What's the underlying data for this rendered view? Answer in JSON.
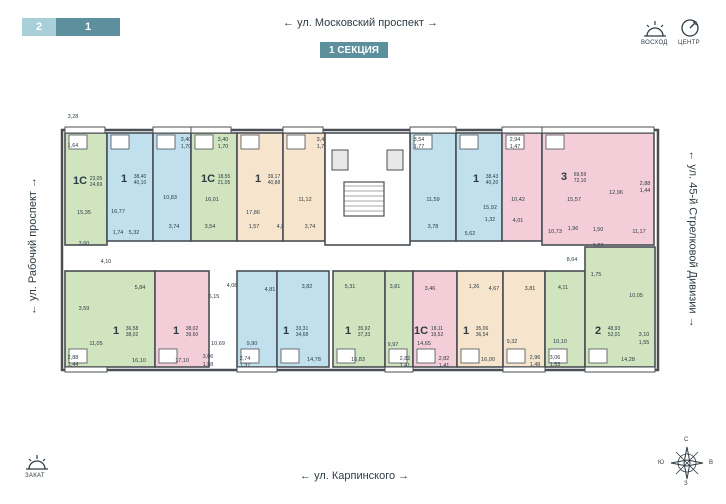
{
  "tabs": [
    {
      "label": "2",
      "active": false
    },
    {
      "label": "1",
      "active": true
    }
  ],
  "streets": {
    "top": "ул. Московский проспект",
    "bottom": "ул. Карпинского",
    "left": "ул. Рабочий проспект",
    "right": "ул. 45-й Стрелковой Дивизии"
  },
  "section_label": "1 СЕКЦИЯ",
  "controls": {
    "sunrise": "ВОСХОД",
    "center": "ЦЕНТР",
    "sunset": "ЗАКАТ"
  },
  "compass": {
    "n": "С",
    "s": "З",
    "w": "Ю",
    "e": "В"
  },
  "colors": {
    "green": "#cfe4bf",
    "blue": "#bfe0ec",
    "pink": "#f3cdd7",
    "peach": "#f6e4cc",
    "wall": "#4a4f55",
    "corridor": "#ffffff",
    "accent": "#5e8f9c"
  },
  "apartments": [
    {
      "type": "1С",
      "area": "23,05",
      "living": "24,69",
      "color": "green",
      "rooms": [
        "15,35",
        "3,60",
        "4,10",
        "3,28",
        "1,64"
      ]
    },
    {
      "type": "1",
      "area": "38,40",
      "living": "40,10",
      "color": "blue",
      "rooms": [
        "16,77",
        "1,74",
        "5,32"
      ]
    },
    {
      "type": "",
      "area": "",
      "living": "",
      "color": "blue",
      "rooms": [
        "10,83",
        "3,40",
        "1,70",
        "3,74"
      ]
    },
    {
      "type": "1С",
      "area": "18,55",
      "living": "21,05",
      "color": "green",
      "rooms": [
        "16,01",
        "3,40",
        "1,70",
        "3,54"
      ]
    },
    {
      "type": "1",
      "area": "39,17",
      "living": "40,88",
      "color": "peach",
      "rooms": [
        "17,86",
        "1,57",
        "4,88"
      ]
    },
    {
      "type": "",
      "area": "",
      "living": "",
      "color": "peach",
      "rooms": [
        "11,12",
        "3,42",
        "1,71",
        "3,74"
      ]
    },
    {
      "type": "",
      "area": "",
      "living": "",
      "color": "blue",
      "rooms": [
        "11,59",
        "3,54",
        "1,77",
        "3,78"
      ]
    },
    {
      "type": "1",
      "area": "38,43",
      "living": "40,20",
      "color": "blue",
      "rooms": [
        "15,92",
        "1,32",
        "5,62"
      ]
    },
    {
      "type": "",
      "area": "",
      "living": "",
      "color": "pink",
      "rooms": [
        "10,42",
        "2,94",
        "1,47",
        "4,01"
      ]
    },
    {
      "type": "3",
      "area": "69,59",
      "living": "72,10",
      "color": "pink",
      "rooms": [
        "15,57",
        "12,96",
        "2,88",
        "1,44",
        "10,73",
        "1,96",
        "1,50",
        "1,27",
        "11,17"
      ]
    },
    {
      "type": "1",
      "area": "36,58",
      "living": "38,02",
      "color": "green",
      "rooms": [
        "11,05",
        "3,59",
        "2,88",
        "1,44",
        "5,84",
        "16,10"
      ]
    },
    {
      "type": "1",
      "area": "38,02",
      "living": "39,60",
      "color": "pink",
      "rooms": [
        "17,10",
        "10,69",
        "6,15",
        "4,08",
        "3,06",
        "1,58"
      ]
    },
    {
      "type": "",
      "area": "",
      "living": "",
      "color": "blue",
      "rooms": [
        "9,90",
        "2,74",
        "1,37",
        "4,81"
      ]
    },
    {
      "type": "1",
      "area": "33,31",
      "living": "34,68",
      "color": "blue",
      "rooms": [
        "14,78",
        "3,82"
      ]
    },
    {
      "type": "1",
      "area": "35,92",
      "living": "37,33",
      "color": "green",
      "rooms": [
        "16,83",
        "5,31"
      ]
    },
    {
      "type": "",
      "area": "",
      "living": "",
      "color": "green",
      "rooms": [
        "9,97",
        "2,82",
        "1,41",
        "3,81"
      ]
    },
    {
      "type": "1С",
      "area": "18,11",
      "living": "19,52",
      "color": "pink",
      "rooms": [
        "14,65",
        "2,82",
        "1,41",
        "3,46"
      ]
    },
    {
      "type": "1",
      "area": "35,06",
      "living": "36,54",
      "color": "peach",
      "rooms": [
        "16,00",
        "1,26",
        "4,67"
      ]
    },
    {
      "type": "",
      "area": "",
      "living": "",
      "color": "peach",
      "rooms": [
        "9,32",
        "2,96",
        "1,48",
        "3,81"
      ]
    },
    {
      "type": "",
      "area": "",
      "living": "",
      "color": "green",
      "rooms": [
        "10,10",
        "3,06",
        "1,53",
        "4,11"
      ]
    },
    {
      "type": "2",
      "area": "48,93",
      "living": "52,01",
      "color": "green",
      "rooms": [
        "14,28",
        "10,05",
        "8,64",
        "1,75",
        "3,10",
        "1,55"
      ]
    }
  ]
}
